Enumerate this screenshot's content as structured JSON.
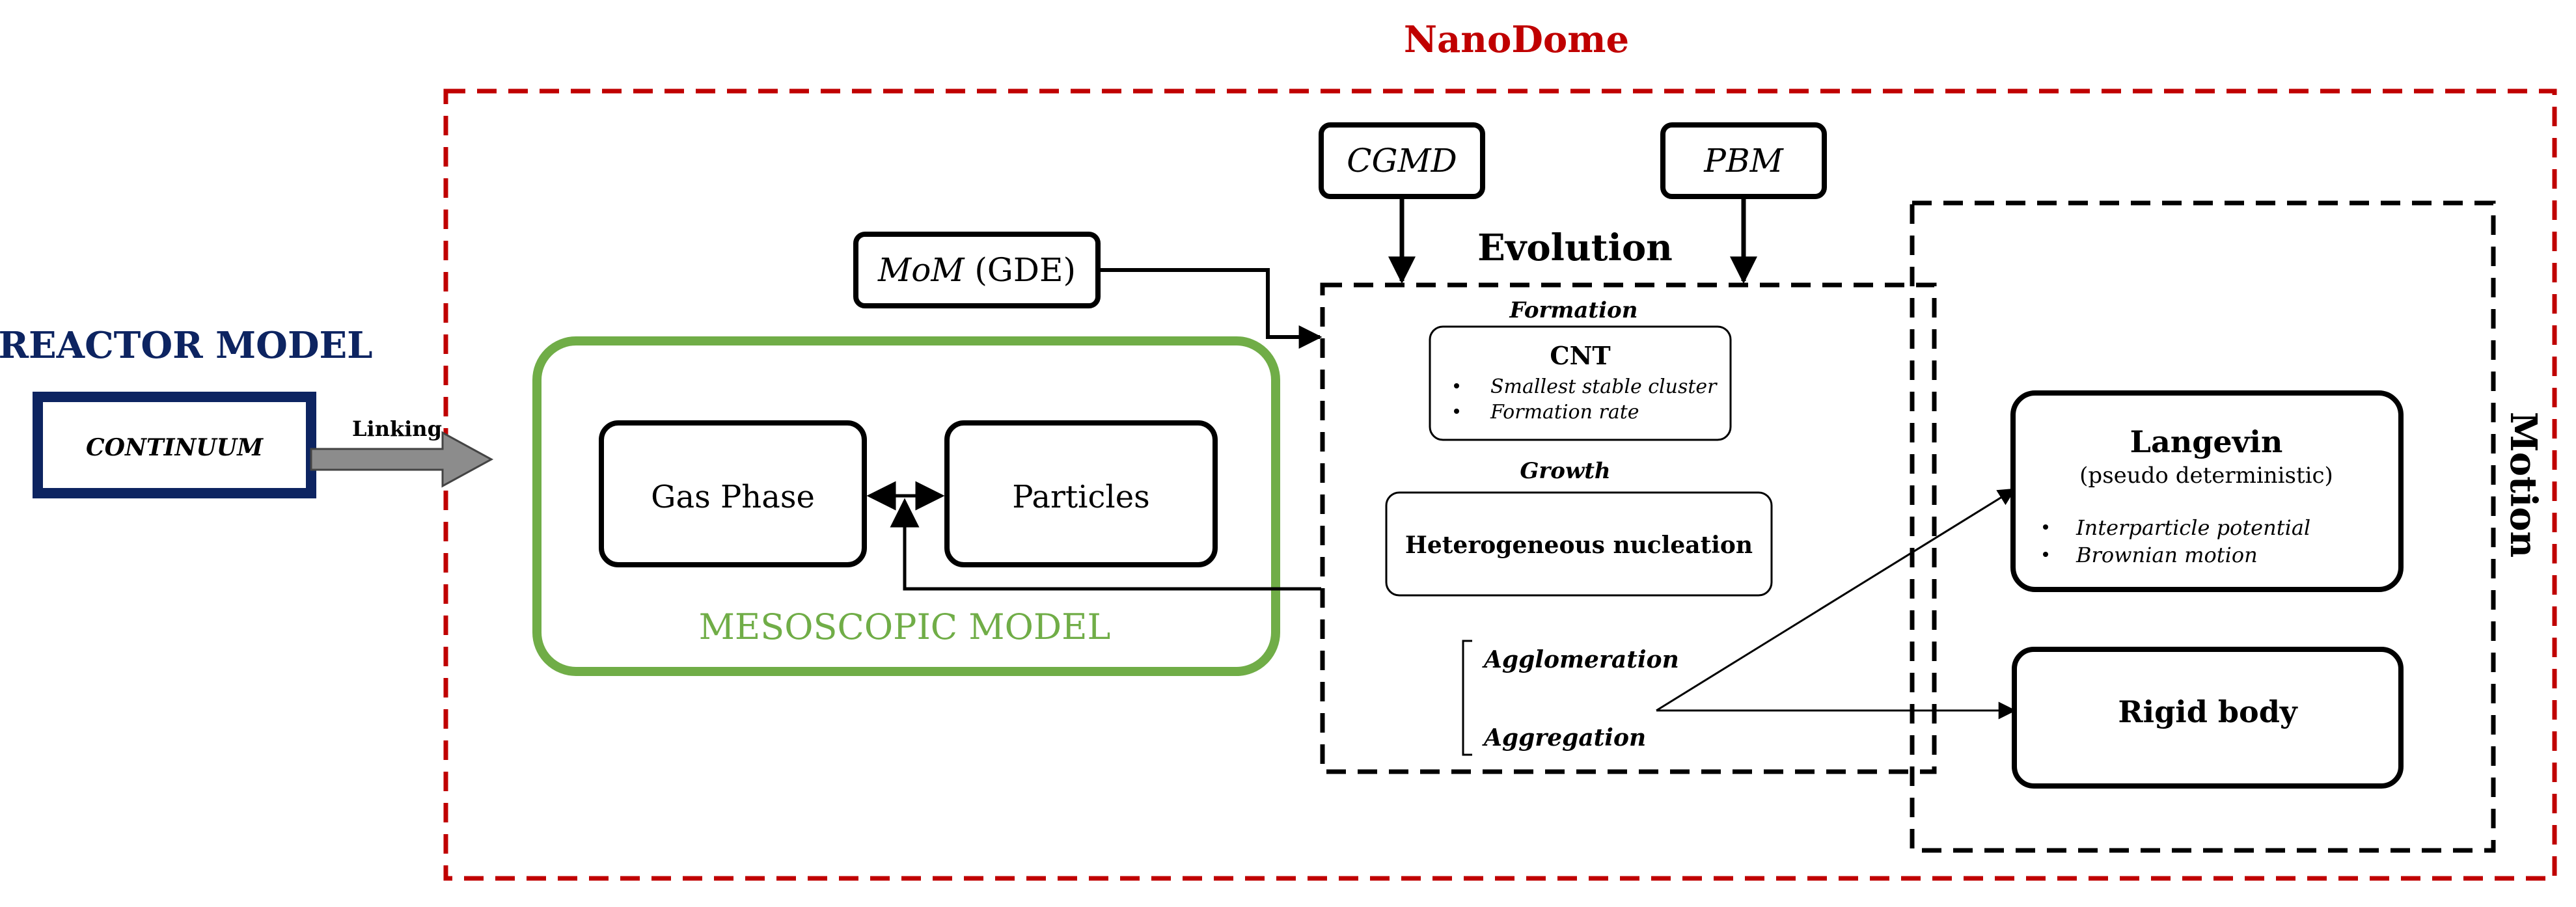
{
  "title": "NanoDome",
  "reactor": {
    "heading": "REACTOR MODEL",
    "box_label": "CONTINUUM",
    "link_label": "Linking"
  },
  "mesoscopic": {
    "label": "MESOSCOPIC MODEL",
    "gas_phase": "Gas Phase",
    "particles": "Particles"
  },
  "inputs": {
    "mom_italic": "MoM",
    "mom_rest": " (GDE)",
    "cgmd": "CGMD",
    "pbm": "PBM"
  },
  "evolution": {
    "title": "Evolution",
    "formation_heading": "Formation",
    "cnt_title": "CNT",
    "cnt_bullets": [
      "Smallest stable cluster",
      "Formation rate"
    ],
    "growth_heading": "Growth",
    "heterogeneous": "Heterogeneous nucleation",
    "agglomeration": "Agglomeration",
    "aggregation": "Aggregation"
  },
  "motion": {
    "title": "Motion",
    "langevin_title": "Langevin",
    "langevin_subtitle": "(pseudo deterministic)",
    "langevin_bullets": [
      "Interparticle potential",
      "Brownian motion"
    ],
    "rigid_body": "Rigid body"
  },
  "colors": {
    "nanodome_red": "#c00000",
    "reactor_navy": "#0d2461",
    "meso_green": "#70ad47",
    "line_black": "#000000",
    "arrow_gray": "#8c8c8c"
  }
}
